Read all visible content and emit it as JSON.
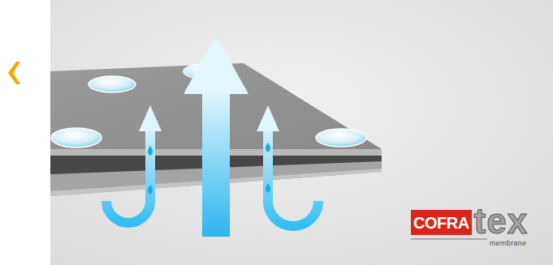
{
  "diagram": {
    "labels": [
      "COFRA",
      "tex",
      "membrane"
    ]
  }
}
